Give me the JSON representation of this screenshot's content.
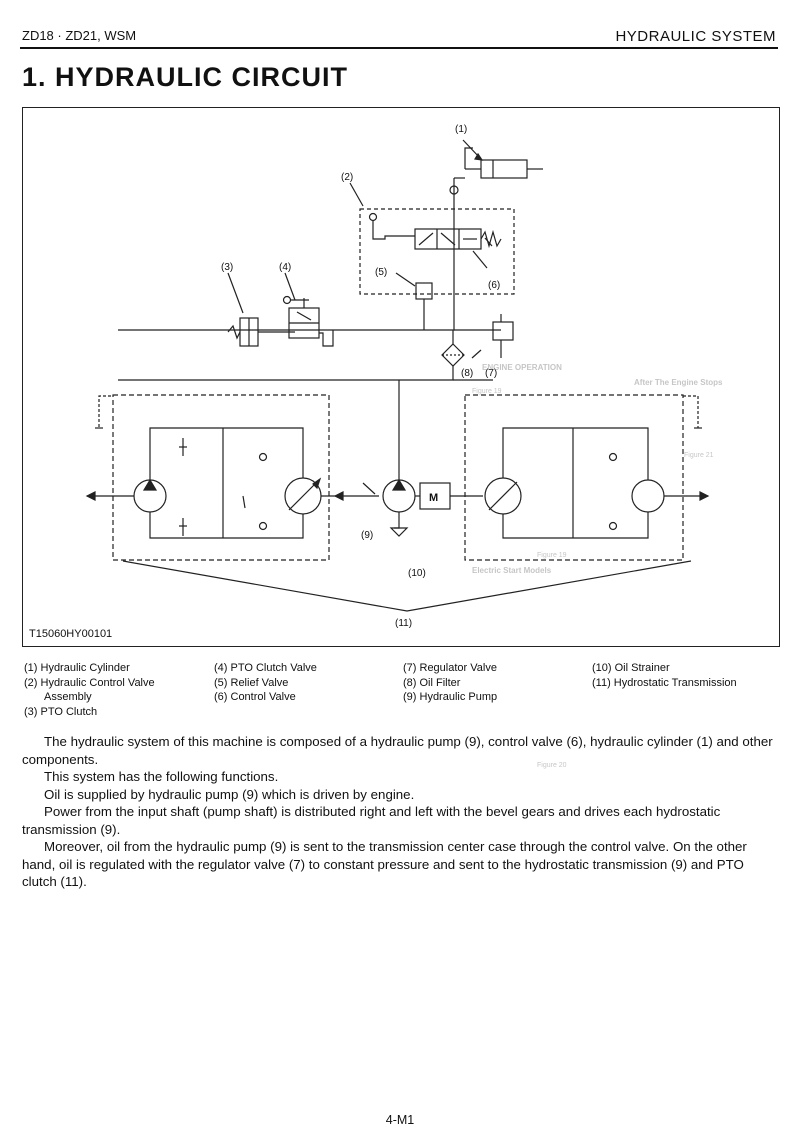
{
  "header": {
    "left": "ZD18 · ZD21, WSM",
    "right": "HYDRAULIC SYSTEM"
  },
  "title": "1. HYDRAULIC CIRCUIT",
  "figure": {
    "code": "T15060HY00101",
    "labels": {
      "l1": "(1)",
      "l2": "(2)",
      "l3": "(3)",
      "l4": "(4)",
      "l5": "(5)",
      "l6": "(6)",
      "l7": "(7)",
      "l8": "(8)",
      "l9": "(9)",
      "l10": "(10)",
      "l11": "(11)",
      "motor": "M"
    }
  },
  "legend": {
    "col1": [
      "(1) Hydraulic Cylinder",
      "(2) Hydraulic Control Valve",
      "      Assembly",
      "(3) PTO Clutch"
    ],
    "col2": [
      "(4) PTO Clutch Valve",
      "(5) Relief Valve",
      "(6) Control Valve"
    ],
    "col3": [
      "(7) Regulator Valve",
      "(8) Oil Filter",
      "(9) Hydraulic Pump"
    ],
    "col4": [
      "(10) Oil Strainer",
      "(11) Hydrostatic Transmission"
    ]
  },
  "body": [
    "The hydraulic system of this machine is composed of a hydraulic pump (9), control valve (6), hydraulic cylinder (1) and other components.",
    "This system has the following functions.",
    "Oil is supplied by hydraulic pump (9) which is driven by engine.",
    "Power from the input shaft (pump shaft) is distributed right and left with the bevel gears and drives each hydrostatic transmission (9).",
    "Moreover, oil from the hydraulic pump (9) is sent to the transmission center case through the control valve. On the other hand, oil is regulated with the regulator valve (7) to constant pressure and sent to the hydrostatic transmission (9) and PTO clutch (11)."
  ],
  "ghost": {
    "engine_operation": "ENGINE OPERATION",
    "after_stops": "After The Engine Stops",
    "fig19a": "Figure 19",
    "fig19b": "Figure 19",
    "fig20": "Figure 20",
    "fig21": "Figure 21",
    "electric": "Electric Start Models"
  },
  "page": "4-M1"
}
